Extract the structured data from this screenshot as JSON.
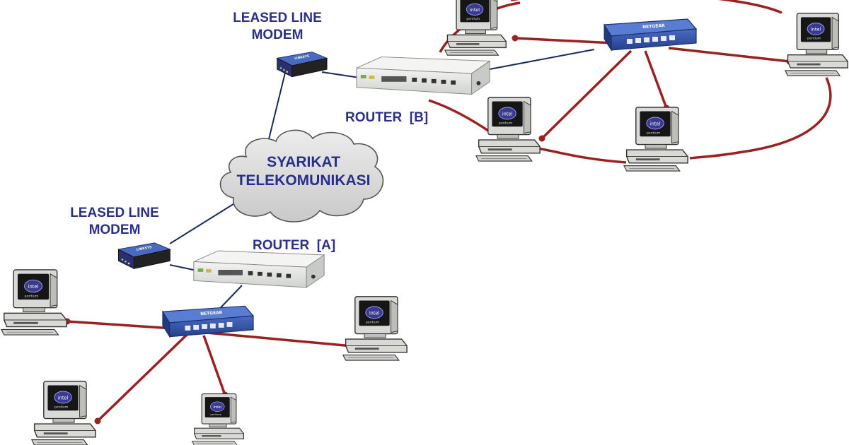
{
  "labels": {
    "modem_b_line1": "LEASED LINE",
    "modem_b_line2": "MODEM",
    "router_b": "ROUTER  [B]",
    "cloud_line1": "SYARIKAT",
    "cloud_line2": "TELEKOMUNIKASI",
    "modem_a_line1": "LEASED LINE",
    "modem_a_line2": "MODEM",
    "router_a": "ROUTER  [A]"
  },
  "colors": {
    "label_text": "#2b2f86",
    "wan_cable": "#1b2a5c",
    "lan_cable": "#9b2020",
    "switch_body": "#2f4fa0",
    "router_body": "#e6e8e6",
    "cloud_fill": "#dcdcdc"
  },
  "icons": {
    "computer": "desktop-computer-icon",
    "switch": "network-switch-icon",
    "router": "router-icon",
    "modem": "modem-icon",
    "cloud": "cloud-icon"
  }
}
